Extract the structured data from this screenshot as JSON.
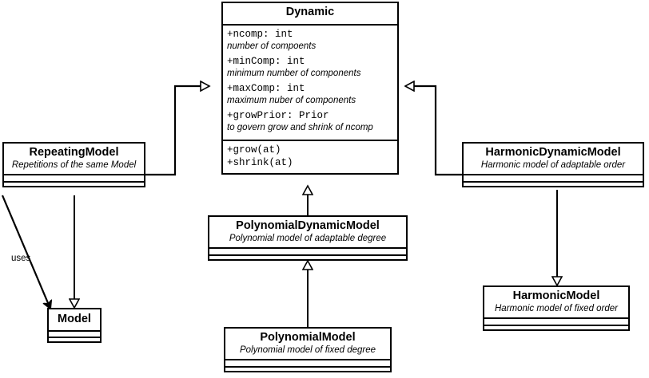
{
  "diagram": {
    "kind": "uml-class-diagram",
    "background": "#ffffff",
    "line_color": "#000000"
  },
  "classes": {
    "dynamic": {
      "name": "Dynamic",
      "attributes": [
        {
          "signature": "+ncomp: int",
          "description": "number of compoents"
        },
        {
          "signature": "+minComp: int",
          "description": "minimum number of components"
        },
        {
          "signature": "+maxComp: int",
          "description": "maximum nuber of components"
        },
        {
          "signature": "+growPrior: Prior",
          "description": "to govern grow and shrink of ncomp"
        }
      ],
      "methods": [
        "+grow(at)",
        "+shrink(at)"
      ]
    },
    "repeating_model": {
      "name": "RepeatingModel",
      "description": "Repetitions of the same Model"
    },
    "model": {
      "name": "Model",
      "description": ""
    },
    "polynomial_dynamic_model": {
      "name": "PolynomialDynamicModel",
      "description": "Polynomial model of adaptable degree"
    },
    "polynomial_model": {
      "name": "PolynomialModel",
      "description": "Polynomial model of fixed degree"
    },
    "harmonic_dynamic_model": {
      "name": "HarmonicDynamicModel",
      "description": "Harmonic model of adaptable order"
    },
    "harmonic_model": {
      "name": "HarmonicModel",
      "description": "Harmonic model of fixed order"
    }
  },
  "relationships": [
    {
      "id": "rel-repeating-dynamic",
      "from": "RepeatingModel",
      "to": "Dynamic",
      "type": "generalization",
      "label": ""
    },
    {
      "id": "rel-harmonicdyn-dynamic",
      "from": "HarmonicDynamicModel",
      "to": "Dynamic",
      "type": "generalization",
      "label": ""
    },
    {
      "id": "rel-polydyn-dynamic",
      "from": "PolynomialDynamicModel",
      "to": "Dynamic",
      "type": "generalization",
      "label": ""
    },
    {
      "id": "rel-polymodel-polydyn",
      "from": "PolynomialModel",
      "to": "PolynomialDynamicModel",
      "type": "generalization",
      "label": ""
    },
    {
      "id": "rel-harmonicmodel-harmonicdyn",
      "from": "HarmonicModel",
      "to": "HarmonicDynamicModel",
      "type": "generalization",
      "label": ""
    },
    {
      "id": "rel-repeating-model-inherit",
      "from": "Model",
      "to": "RepeatingModel",
      "type": "generalization",
      "label": ""
    },
    {
      "id": "rel-repeating-uses-model",
      "from": "RepeatingModel",
      "to": "Model",
      "type": "dependency",
      "label": "uses"
    }
  ]
}
